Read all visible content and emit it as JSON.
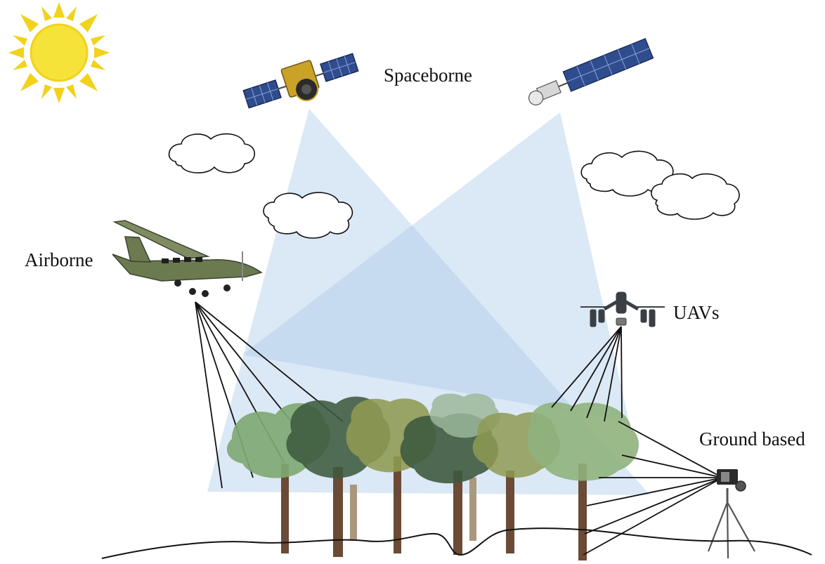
{
  "labels": {
    "spaceborne": "Spaceborne",
    "airborne": "Airborne",
    "uavs": "UAVs",
    "ground_based": "Ground based"
  },
  "colors": {
    "sun": "#F5E33A",
    "sun_rays": "#F2D21B",
    "sensor_beam": "#A9C7E6",
    "scan_lines": "#111111",
    "aircraft": "#6B7A4F",
    "solar_panel": "#2F4C8F",
    "satellite_body": "#C9A227",
    "tree_dark": "#3E5A3F",
    "tree_mid": "#5E8A55",
    "tree_light": "#8FB27D",
    "tree_olive": "#8E9A52",
    "trunk": "#6B4B35",
    "ground_line": "#111111"
  },
  "icons": [
    "sun-icon",
    "satellite-icon",
    "cloud-icon",
    "airplane-icon",
    "drone-icon",
    "tripod-scanner-icon",
    "tree-icon"
  ]
}
